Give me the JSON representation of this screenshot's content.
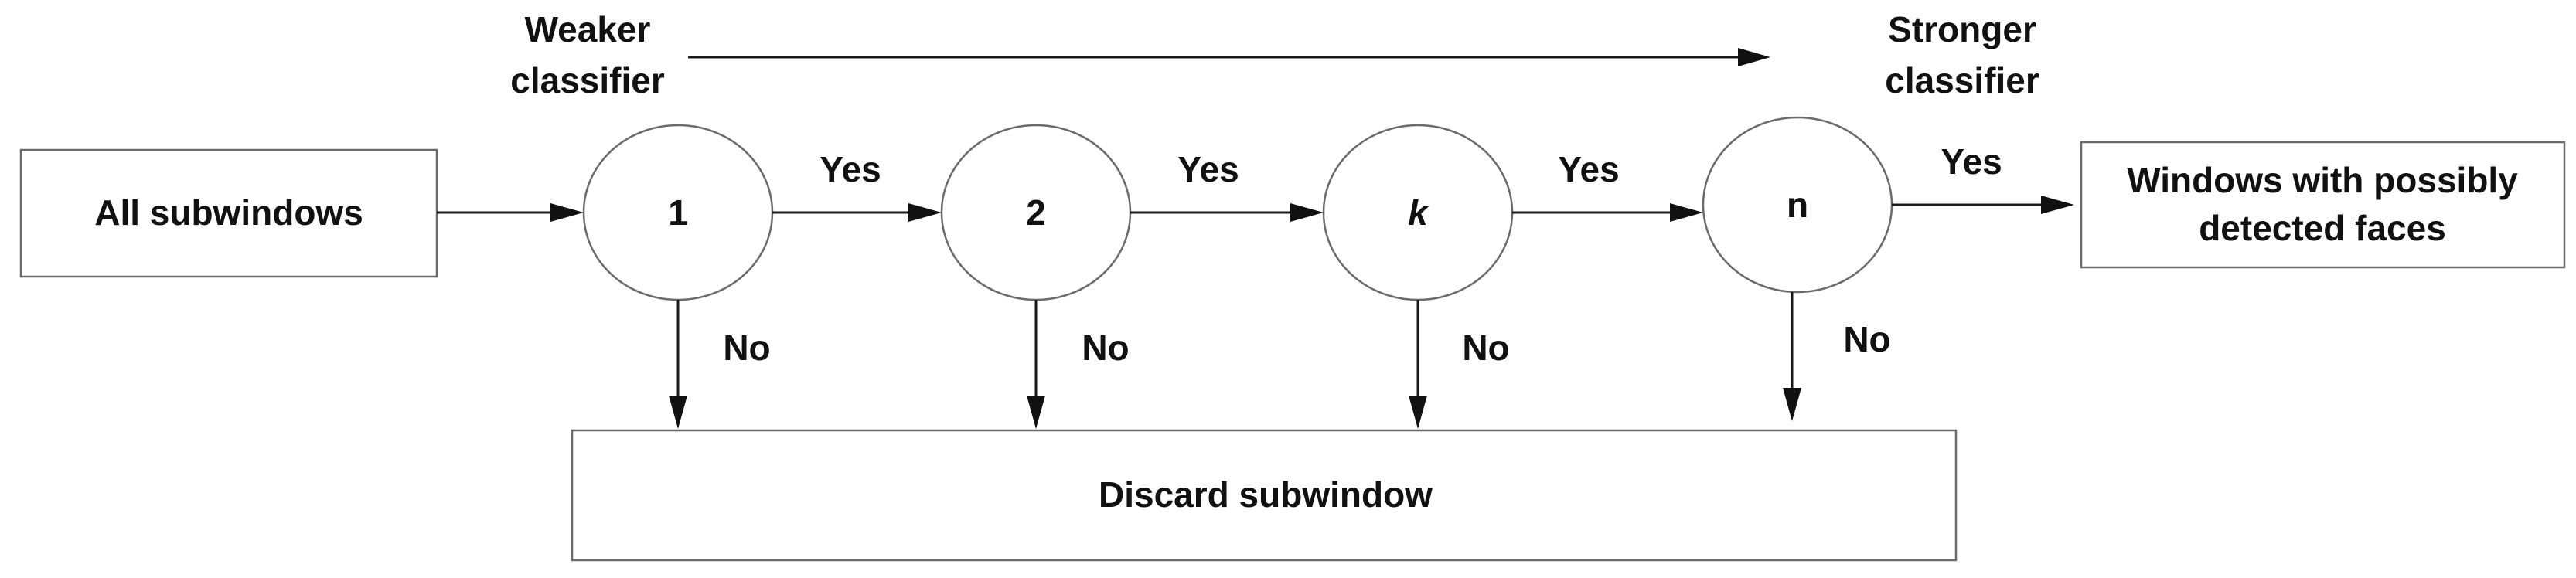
{
  "colors": {
    "box_border": "#6b6b6b",
    "arrow": "#1a1a1a",
    "text": "#111111"
  },
  "labels": {
    "weaker_classifier": [
      "Weaker",
      "classifier"
    ],
    "stronger_classifier": [
      "Stronger",
      "classifier"
    ],
    "input_box": "All subwindows",
    "output_box": [
      "Windows with possibly",
      "detected faces"
    ],
    "discard_box": "Discard subwindow",
    "yes": "Yes",
    "no": "No"
  },
  "stages": [
    "1",
    "2",
    "k",
    "n"
  ]
}
